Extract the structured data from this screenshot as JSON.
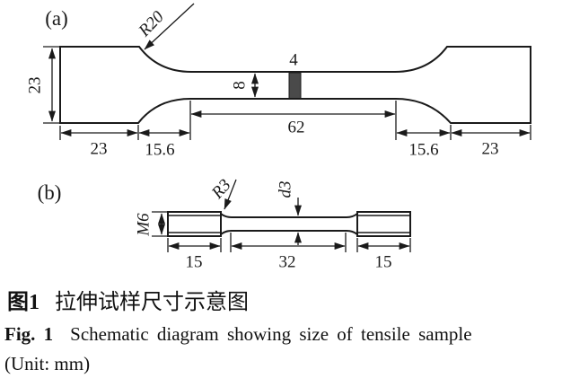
{
  "figure": {
    "panel_a": {
      "label": "(a)",
      "fillet_radius": "R20",
      "marked_region_width": "4",
      "gauge_width": "8",
      "gauge_length": "62",
      "grip_height": "23",
      "grip_length_left": "23",
      "transition_length_left": "15.6",
      "transition_length_right": "15.6",
      "grip_length_right": "23"
    },
    "panel_b": {
      "label": "(b)",
      "fillet_radius": "R3",
      "gauge_diameter": "d3",
      "thread_spec": "M6",
      "grip_length_left": "15",
      "gauge_length": "32",
      "grip_length_right": "15"
    },
    "colors": {
      "line": "#1a1a1a",
      "marked_region_fill": "#4a4a4a",
      "background": "#ffffff"
    }
  },
  "caption": {
    "zh_label": "图1",
    "zh_text": "拉伸试样尺寸示意图",
    "en_label": "Fig. 1",
    "en_text": "Schematic diagram showing size of tensile sample",
    "unit_note": "(Unit: mm)"
  }
}
